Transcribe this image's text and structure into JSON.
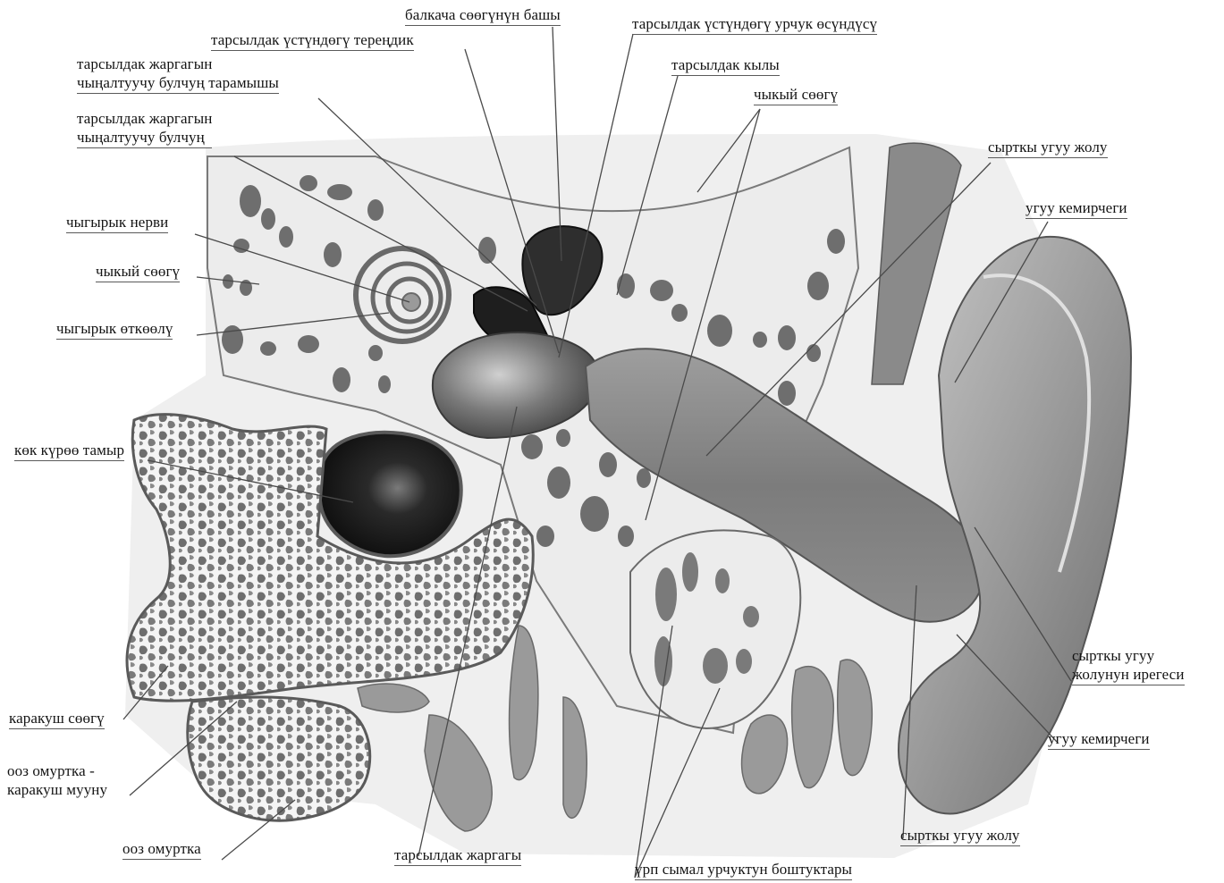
{
  "colors": {
    "background": "#ffffff",
    "bone": "#e6e6e6",
    "canal": "#8e8e8e",
    "vein": "#1c1c1c",
    "ossicles": "#3a3a3a",
    "cartilage": "#bdbdbd",
    "leader": "#4a4a4a"
  },
  "labels": {
    "malleus_head": "балкача сөөгүнүн башы",
    "epitympanic_recess": "тарсылдак үстүндөгү тереңдик",
    "tensor_tendon_1": "тарсылдак жаргагын",
    "tensor_tendon_2": "чыңалтуучу булчуң тарамышы",
    "tensor_muscle_1": "тарсылдак жаргагын",
    "tensor_muscle_2": "чыңалтуучу булчуң",
    "cochlear_nerve": "чыгырык нерви",
    "temporal_bone_left": "чыкый сөөгү",
    "cochlear_duct": "чыгырык өткөөлү",
    "jugular_vein": "көк күрөө тамыр",
    "occipital_bone": "каракуш сөөгү",
    "atlanto_occipital_1": "ооз омуртка -",
    "atlanto_occipital_2": "каракуш мууну",
    "atlas": "ооз омуртка",
    "tympanic_membrane": "тарсылдак жаргагы",
    "mastoid_cells": "үрп сымал урчуктун боштуктары",
    "epitympanic_process": "тарсылдак үстүндөгү урчук өсүндүсү",
    "tympanic_roof": "тарсылдак кылы",
    "temporal_bone_right": "чыкый сөөгү",
    "external_meatus_top": "сырткы угуу жолу",
    "ear_cartilage_top": "угуу кемирчеги",
    "meatus_edge_1": "сырткы угуу",
    "meatus_edge_2": "жолунун ирегеси",
    "ear_cartilage_bottom": "угуу кемирчеги",
    "external_meatus_bottom": "сырткы угуу жолу"
  }
}
